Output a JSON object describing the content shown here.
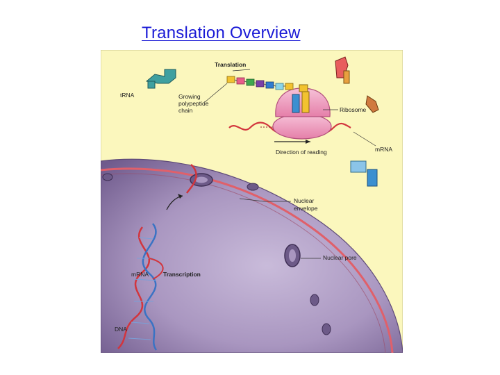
{
  "slide": {
    "title": "Translation Overview"
  },
  "diagram": {
    "labels": {
      "translation": "Translation",
      "trna": "tRNA",
      "growing_line1": "Growing",
      "growing_line2": "polypeptide",
      "growing_line3": "chain",
      "ribosome": "Ribosome",
      "direction": "Direction of reading",
      "mrna_right": "mRNA",
      "nuclear_line1": "Nuclear",
      "nuclear_line2": "envelope",
      "nuclear_pore": "Nuclear pore",
      "mrna_left": "mRNA",
      "transcription": "Transcription",
      "dna": "DNA"
    },
    "colors": {
      "background": "#fbf7bd",
      "nucleus": "#8e7aa8",
      "envelope": "#e0606a",
      "ribosome": "#f2aac8",
      "dna_red": "#d2353d",
      "dna_blue": "#3a73c4"
    }
  }
}
